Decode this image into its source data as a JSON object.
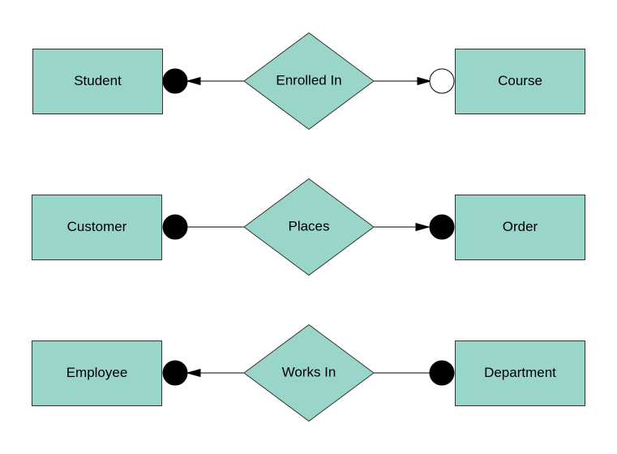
{
  "colors": {
    "shape_fill": "#9ad5c9",
    "shape_stroke": "#333333",
    "line": "#000000"
  },
  "rows": [
    {
      "left_entity": "Student",
      "relationship": "Enrolled In",
      "right_entity": "Course",
      "left_end": "filled-circle-arrow",
      "right_end": "open-circle-arrow"
    },
    {
      "left_entity": "Customer",
      "relationship": "Places",
      "right_entity": "Order",
      "left_end": "filled-circle",
      "right_end": "filled-circle-arrow"
    },
    {
      "left_entity": "Employee",
      "relationship": "Works In",
      "right_entity": "Department",
      "left_end": "filled-circle-arrow",
      "right_end": "filled-circle"
    }
  ]
}
